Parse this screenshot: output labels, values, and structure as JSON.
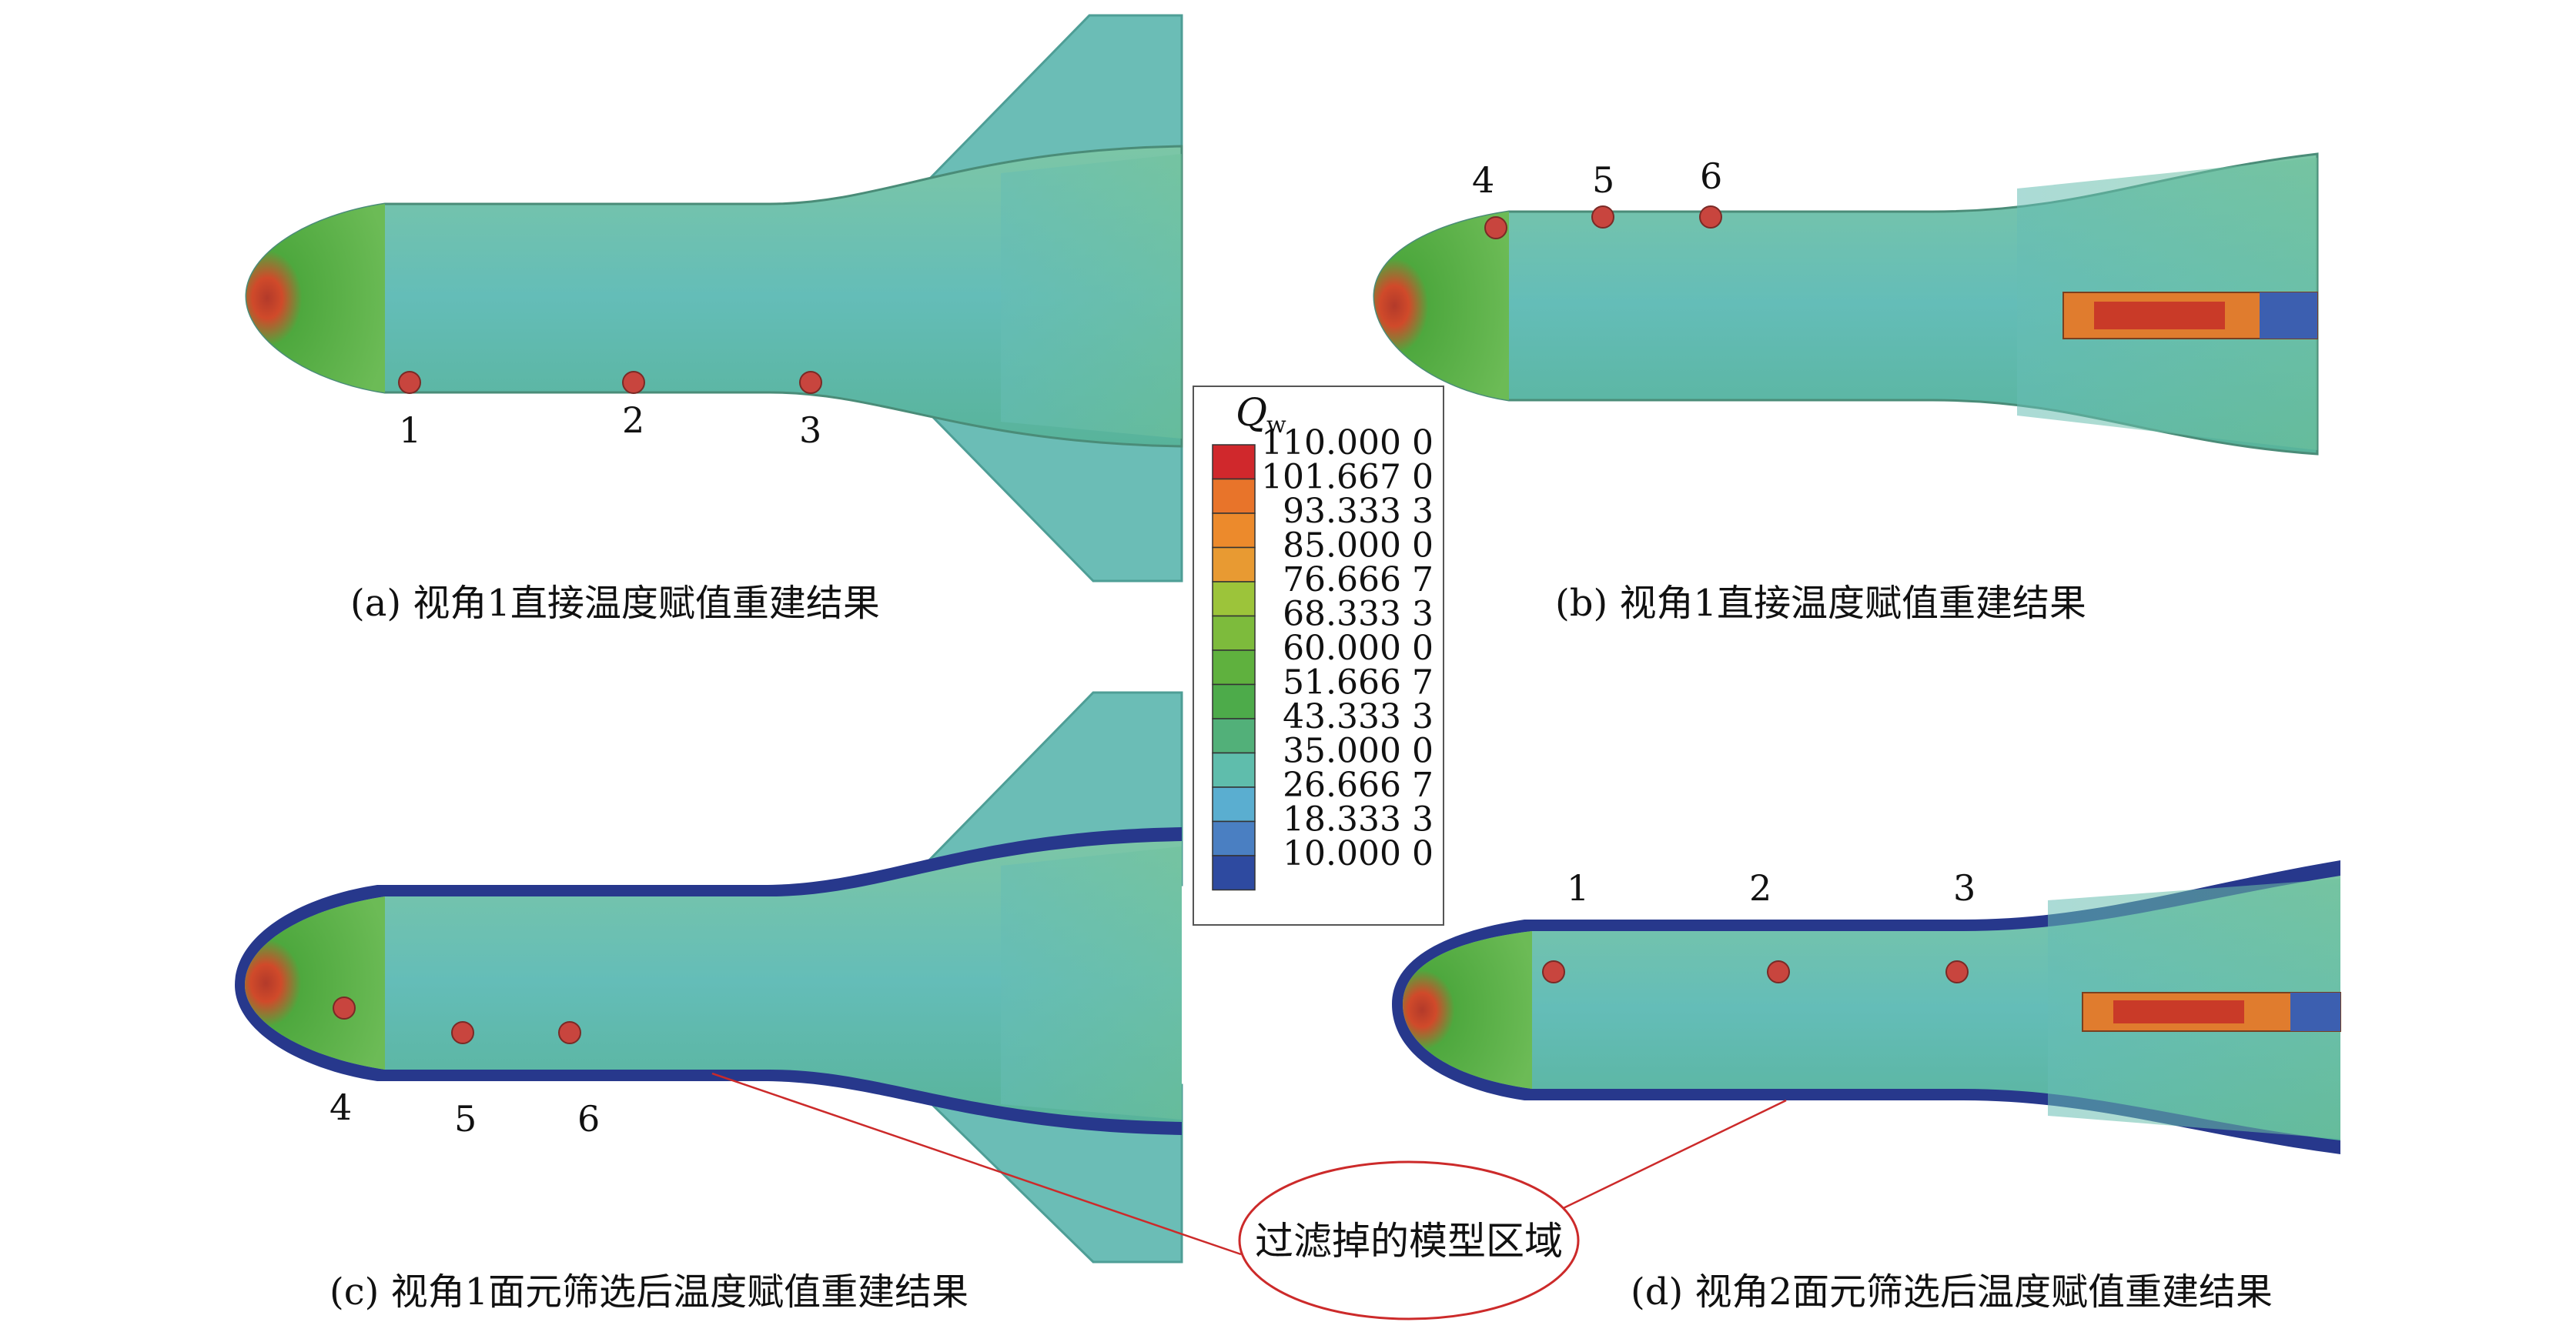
{
  "panels": [
    {
      "id": "a",
      "caption": "(a) 视角1直接温度赋值重建结果",
      "points": [
        "1",
        "2",
        "3"
      ]
    },
    {
      "id": "b",
      "caption": "(b) 视角1直接温度赋值重建结果",
      "points": [
        "4",
        "5",
        "6"
      ]
    },
    {
      "id": "c",
      "caption": "(c) 视角1面元筛选后温度赋值重建结果",
      "points": [
        "4",
        "5",
        "6"
      ]
    },
    {
      "id": "d",
      "caption": "(d) 视角2面元筛选后温度赋值重建结果",
      "points": [
        "1",
        "2",
        "3"
      ]
    }
  ],
  "legend": {
    "title": "Q",
    "subscript": "w",
    "levels": [
      "110.000 0",
      "101.667 0",
      "93.333 3",
      "85.000 0",
      "76.666 7",
      "68.333 3",
      "60.000 0",
      "51.666 7",
      "43.333 3",
      "35.000 0",
      "26.666 7",
      "18.333 3",
      "10.000 0"
    ],
    "colors": [
      "#d0282c",
      "#e8742a",
      "#ec8a2c",
      "#e89a32",
      "#9cc43a",
      "#7dbb3c",
      "#5fb13e",
      "#4dab4a",
      "#52b079",
      "#5fbdac",
      "#5aaed0",
      "#4a7fc2",
      "#2e4aa0"
    ]
  },
  "annotation": {
    "text": "过滤掉的模型区域"
  },
  "colors": {
    "body": "#67bfb4",
    "nose": "#5bb14c",
    "hot": "#cc2a2a",
    "band": "#27388c",
    "marker": "#c8453e",
    "leader": "#cc2a2a"
  }
}
